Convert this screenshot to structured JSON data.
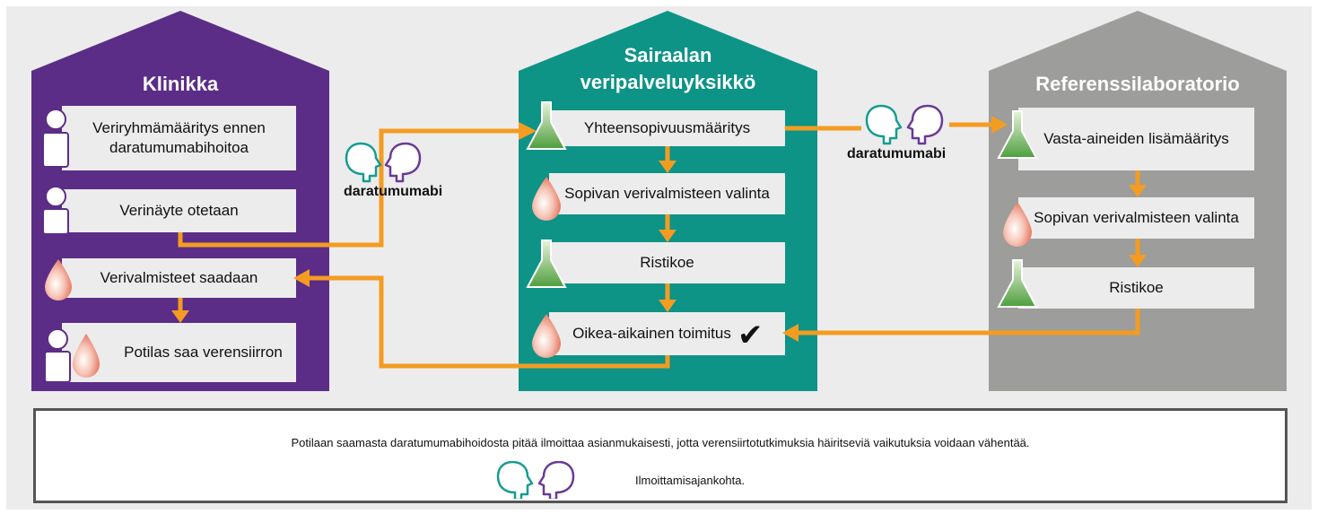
{
  "clinic": {
    "title": "Klinikka",
    "steps": [
      "Veriryhmämääritys ennen daratumumabihoitoa",
      "Verinäyte otetaan",
      "Verivalmisteet saadaan",
      "Potilas saa verensiirron"
    ]
  },
  "hospital": {
    "title_line1": "Sairaalan",
    "title_line2": "veripalveluyksikkö",
    "steps": [
      "Yhteensopivuusmääritys",
      "Sopivan verivalmisteen valinta",
      "Ristikoe",
      "Oikea-aikainen toimitus"
    ]
  },
  "reference": {
    "title": "Referenssilaboratorio",
    "steps": [
      "Vasta-aineiden lisämääritys",
      "Sopivan verivalmisteen valinta",
      "Ristikoe"
    ]
  },
  "notes": {
    "left": "daratumumabi",
    "right": "daratumumabi"
  },
  "bottom": {
    "text": "Potilaan saamasta daratumumabihoidosta pitää ilmoittaa asianmukaisesti, jotta verensiirtotutkimuksia häiritseviä vaikutuksia voidaan vähentää.",
    "legend": "Ilmoittamisajankohta."
  },
  "colors": {
    "clinic": "#5b2d87",
    "hospital": "#0e9387",
    "reference": "#9d9d9b",
    "arrow": "#f39c21"
  },
  "icons": [
    "person-icon",
    "blood-drop-icon",
    "flask-icon",
    "speech-heads-icon",
    "checkmark-icon"
  ]
}
